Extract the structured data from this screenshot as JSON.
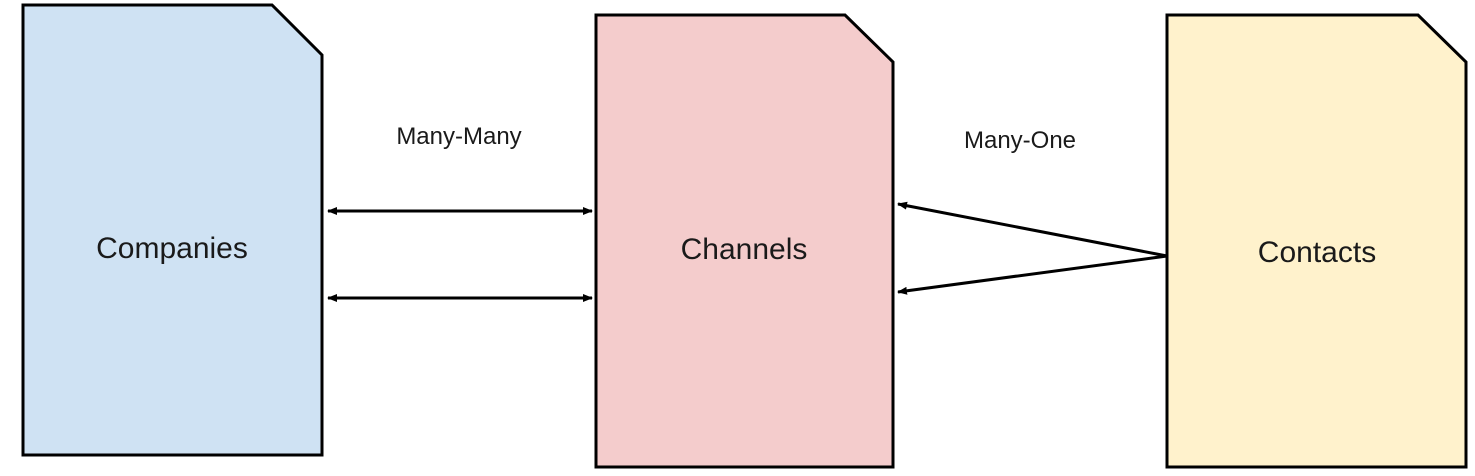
{
  "entities": {
    "companies": {
      "label": "Companies",
      "fill": "#cfe2f3"
    },
    "channels": {
      "label": "Channels",
      "fill": "#f4cccc"
    },
    "contacts": {
      "label": "Contacts",
      "fill": "#fff2cc"
    }
  },
  "relationships": {
    "companies_channels": {
      "label": "Many-Many",
      "type": "bidirectional",
      "connector_count": 2
    },
    "contacts_channels": {
      "label": "Many-One",
      "type": "directed",
      "connector_count": 2
    }
  },
  "colors": {
    "stroke": "#000000",
    "text": "#1a1a1a",
    "background": "#ffffff"
  }
}
